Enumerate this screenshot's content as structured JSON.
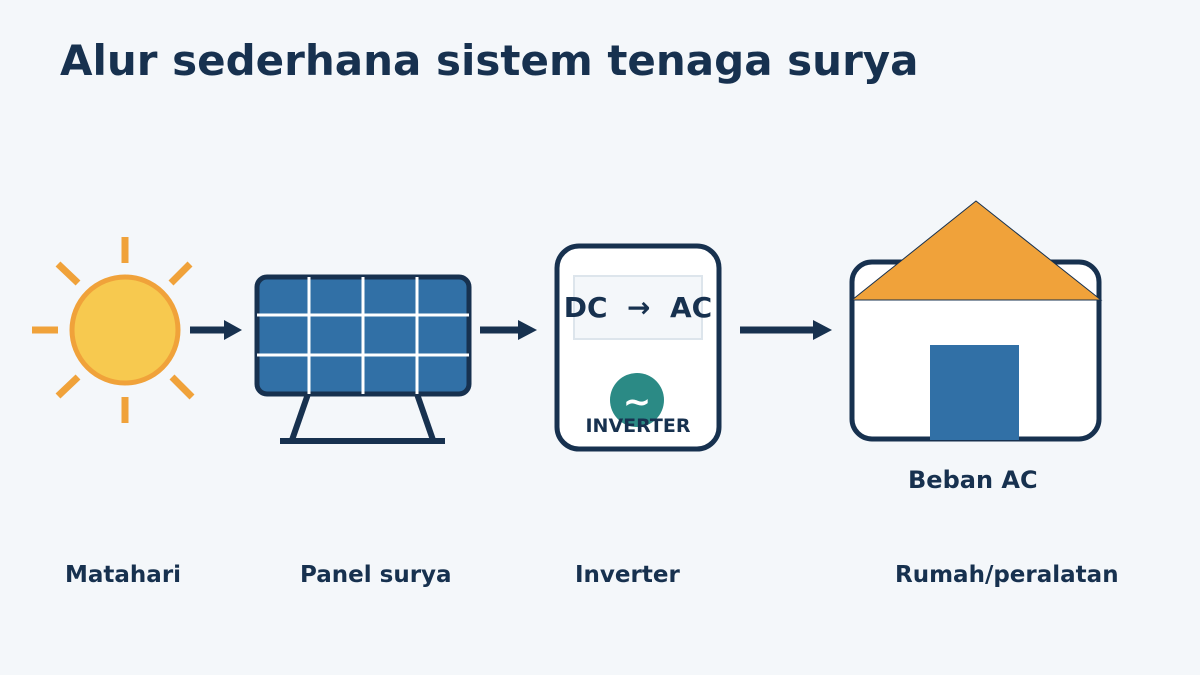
{
  "title": "Alur sederhana sistem tenaga surya",
  "inverter": {
    "from": "DC",
    "arrow": "→",
    "to": "AC",
    "wave_symbol": "~",
    "label": "INVERTER"
  },
  "house": {
    "load_label": "Beban AC"
  },
  "captions": {
    "sun": "Matahari",
    "panel": "Panel surya",
    "inverter": "Inverter",
    "house": "Rumah/peralatan"
  },
  "colors": {
    "navy": "#17314f",
    "sun_fill": "#f7c94f",
    "sun_orange": "#f0a23a",
    "panel_blue": "#3170a6",
    "inverter_teal": "#2b8a85",
    "roof": "#f0a23a",
    "door": "#3170a6",
    "background": "#f4f7fa"
  },
  "icons": [
    "sun-icon",
    "solar-panel-icon",
    "inverter-icon",
    "house-icon"
  ]
}
